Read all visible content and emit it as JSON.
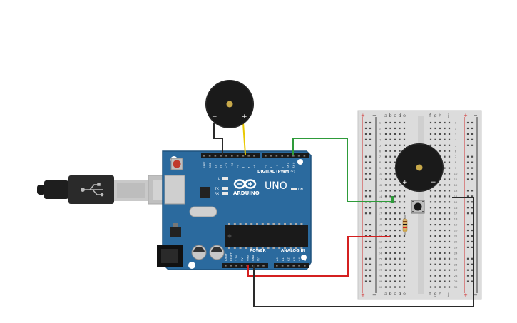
{
  "board": {
    "logo_text": "ARDUINO",
    "model_text": "UNO",
    "digital_label": "DIGITAL (PWM ~)",
    "power_label": "POWER",
    "analog_label": "ANALOG IN",
    "on_label": "ON",
    "led_l": "L",
    "led_tx": "TX",
    "led_rx": "RX",
    "top_pins": [
      "AREF",
      "GND",
      "13",
      "12",
      "~11",
      "~10",
      "~9",
      "8",
      "7",
      "~6",
      "~5",
      "4",
      "~3",
      "2",
      "TX 1",
      "RX 0"
    ],
    "power_pins": [
      "IOREF",
      "RESET",
      "3.3V",
      "5V",
      "GND",
      "GND",
      "Vin"
    ],
    "analog_pins": [
      "A0",
      "A1",
      "A2",
      "A3",
      "A4",
      "A5"
    ]
  },
  "buzzer_top": {
    "minus": "−",
    "plus": "+"
  },
  "buzzer_right": {
    "minus": "−",
    "plus": "+"
  },
  "breadboard": {
    "columns_left": [
      "a",
      "b",
      "c",
      "d",
      "e"
    ],
    "columns_right": [
      "f",
      "g",
      "h",
      "i",
      "j"
    ],
    "rail_plus": "+",
    "rail_minus": "−",
    "row_count": 30
  },
  "colors": {
    "board": "#2b6a9e",
    "board_dark": "#1f527d",
    "wire_green": "#2e9b3a",
    "wire_red": "#d42020",
    "wire_black": "#2a2a2a",
    "wire_yellow": "#e9c800",
    "breadboard": "#dcdcdc",
    "rail_red": "#d03030",
    "buzzer": "#1a1a1a"
  }
}
